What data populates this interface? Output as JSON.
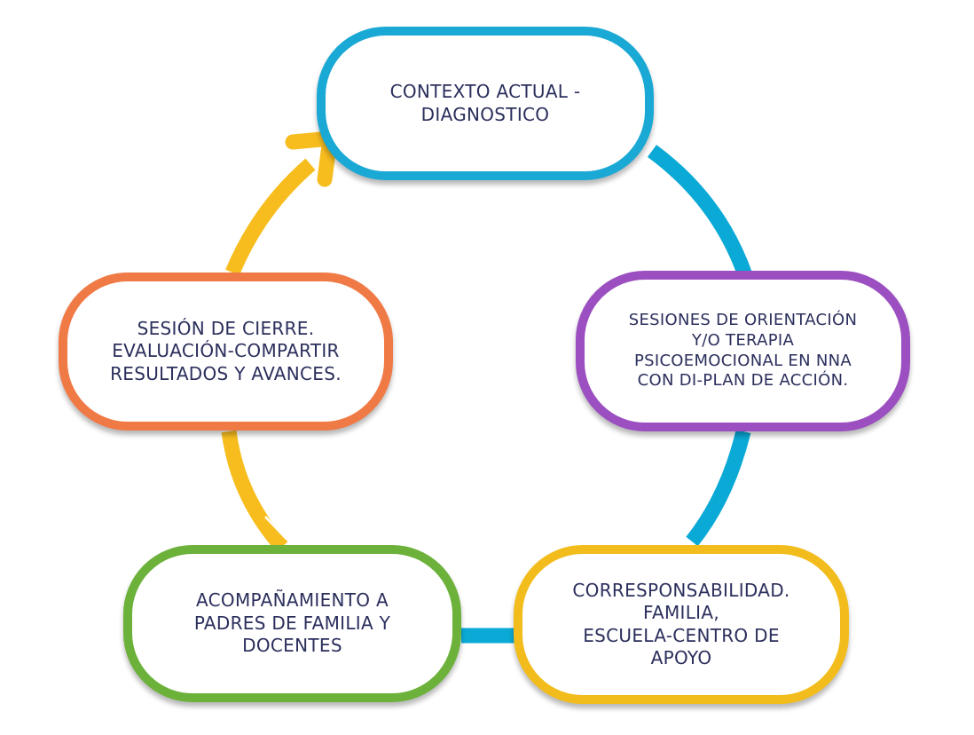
{
  "diagram": {
    "nodes": [
      {
        "id": "contexto",
        "text": "CONTEXTO ACTUAL -\nDIAGNOSTICO",
        "border_color": "#1aa8d4"
      },
      {
        "id": "sesiones",
        "text": "SESIONES DE ORIENTACIÓN\nY/O TERAPIA\nPSICOEMOCIONAL EN NNA\nCON DI-PLAN DE ACCIÓN.",
        "border_color": "#9b4fc0"
      },
      {
        "id": "corresponsabilidad",
        "text": "CORRESPONSABILIDAD.\nFAMILIA,\nESCUELA-CENTRO DE\nAPOYO",
        "border_color": "#f2bd1c"
      },
      {
        "id": "acompanamiento",
        "text": "ACOMPAÑAMIENTO A\nPADRES DE FAMILIA Y\nDOCENTES",
        "border_color": "#6cb13a"
      },
      {
        "id": "cierre",
        "text": "SESIÓN DE CIERRE.\nEVALUACIÓN-COMPARTIR\nRESULTADOS Y AVANCES.",
        "border_color": "#f07a45"
      }
    ],
    "cycle_colors": {
      "blue_path": "#0aa9d6",
      "yellow_path": "#f7bd1f"
    },
    "arrow_icon": "arrowhead-icon"
  }
}
